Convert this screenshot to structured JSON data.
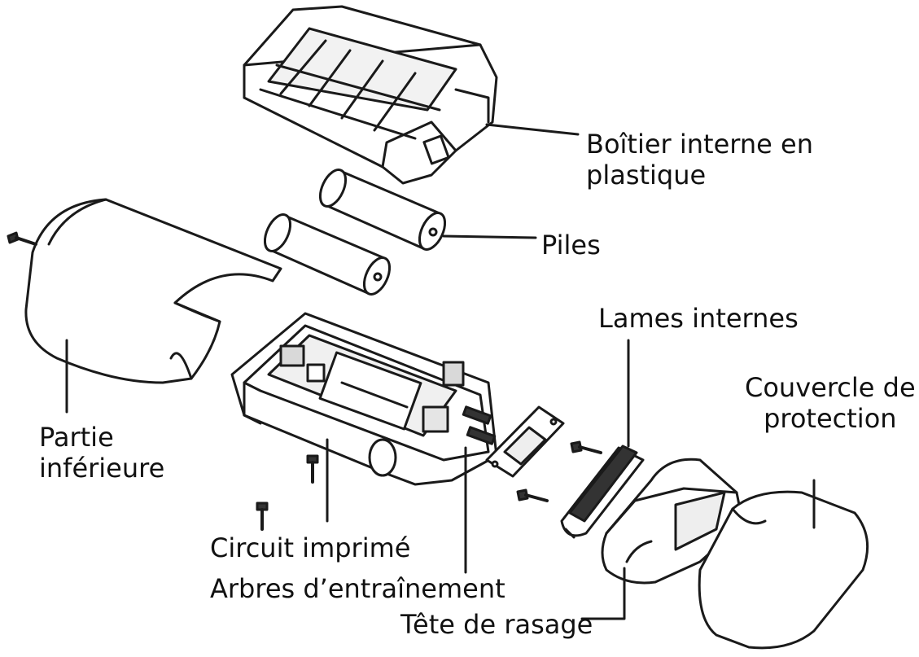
{
  "labels": {
    "boitier": [
      "Boîtier interne en",
      "plastique"
    ],
    "piles": "Piles",
    "lames": "Lames internes",
    "couvercle": [
      "Couvercle de",
      "protection"
    ],
    "partie": [
      "Partie",
      "inférieure"
    ],
    "circuit": "Circuit imprimé",
    "arbres": "Arbres d’entraînement",
    "tete": "Tête de rasage"
  },
  "colors": {
    "line": "#1a1a1a",
    "fill": "#ffffff",
    "shade": "#d9d9d9",
    "dark": "#333333"
  }
}
